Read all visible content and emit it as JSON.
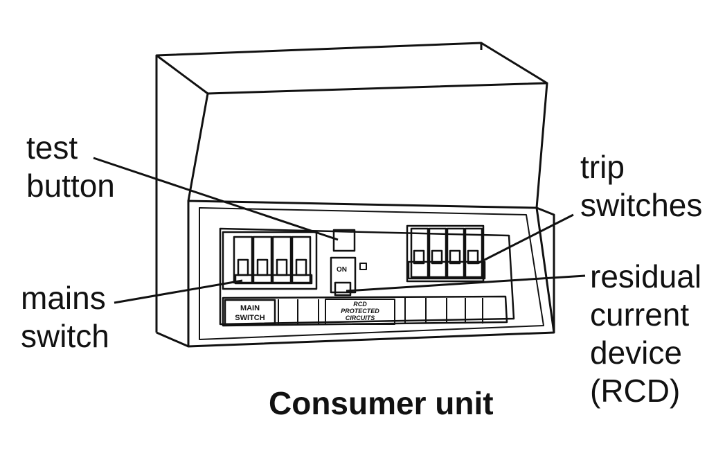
{
  "labels": {
    "test_button": [
      "test",
      "button"
    ],
    "trip_switches": [
      "trip",
      "switches"
    ],
    "mains_switch": [
      "mains",
      "switch"
    ],
    "rcd": [
      "residual",
      "current",
      "device",
      "(RCD)"
    ]
  },
  "unit_markings": {
    "main_switch": [
      "MAIN",
      "SWITCH"
    ],
    "on": "ON",
    "rcd_protected": [
      "RCD",
      "PROTECTED",
      "CIRCUITS"
    ]
  },
  "caption": "Consumer unit",
  "colors": {
    "ink": "#111111",
    "background": "#ffffff"
  }
}
